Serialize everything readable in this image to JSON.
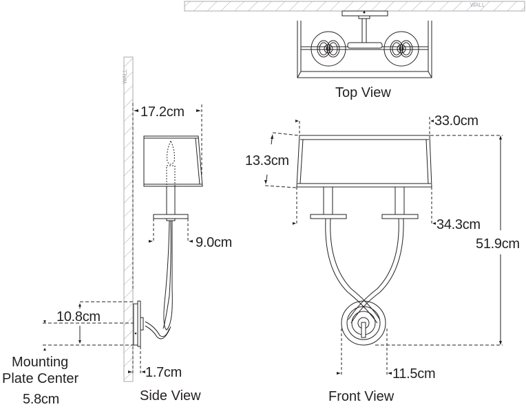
{
  "title": "Two-light wall sconce dimension drawing",
  "wall_label": "WALL",
  "views": {
    "top": {
      "label": "Top View"
    },
    "side": {
      "label": "Side View"
    },
    "front": {
      "label": "Front View"
    }
  },
  "dimensions": {
    "side_extension": "17.2cm",
    "bobeche_width": "9.0cm",
    "backplate_height": "10.8cm",
    "backplate_depth": "1.7cm",
    "mounting_plate_center_label_line1": "Mounting",
    "mounting_plate_center_label_line2": "Plate Center",
    "mounting_plate_center": "5.8cm",
    "shade_top_width": "33.0cm",
    "shade_height": "13.3cm",
    "shade_bottom_width": "34.3cm",
    "overall_height": "51.9cm",
    "backplate_width": "11.5cm"
  },
  "colors": {
    "line": "#231f20",
    "wall_hatch": "#a7a9ac"
  }
}
